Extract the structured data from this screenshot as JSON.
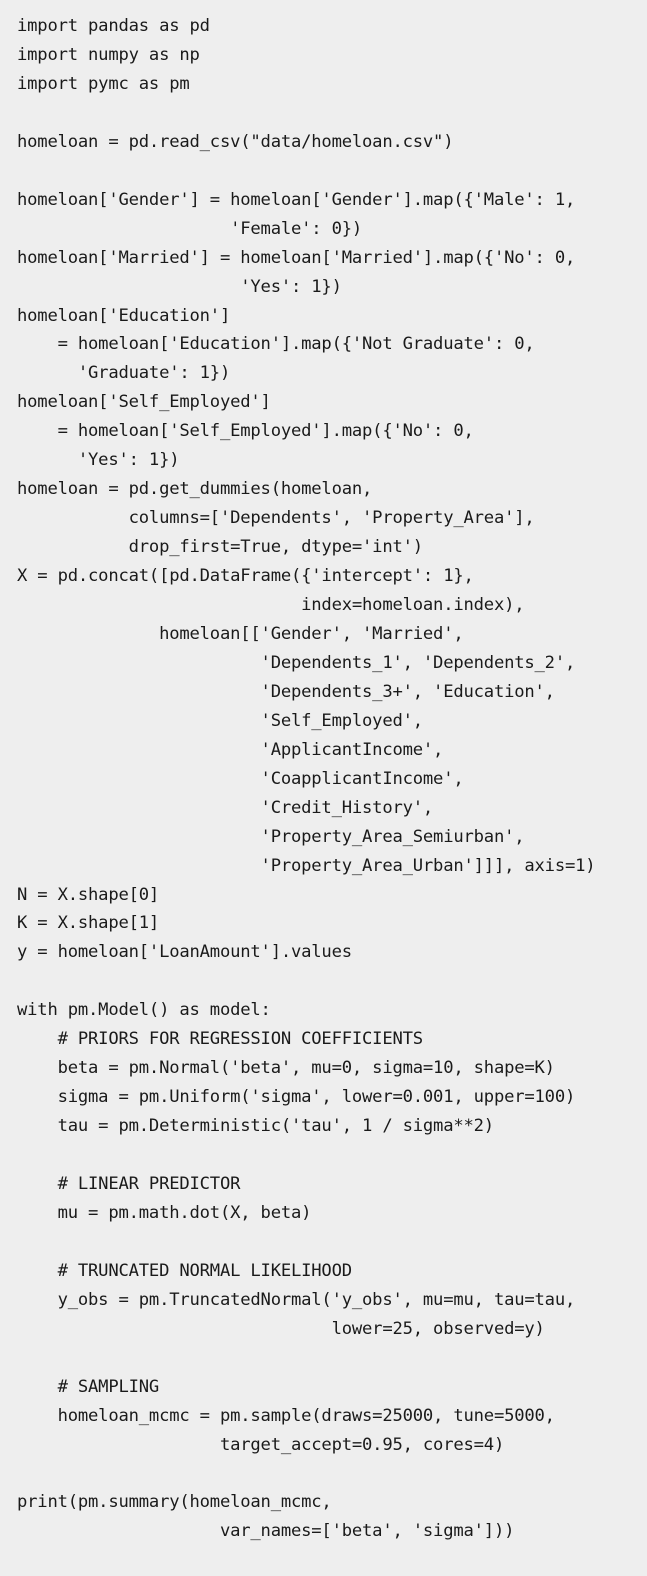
{
  "code": {
    "lines": [
      "import pandas as pd",
      "import numpy as np",
      "import pymc as pm",
      "",
      "homeloan = pd.read_csv(\"data/homeloan.csv\")",
      "",
      "homeloan['Gender'] = homeloan['Gender'].map({'Male': 1,",
      "                     'Female': 0})",
      "homeloan['Married'] = homeloan['Married'].map({'No': 0,",
      "                      'Yes': 1})",
      "homeloan['Education']",
      "    = homeloan['Education'].map({'Not Graduate': 0,",
      "      'Graduate': 1})",
      "homeloan['Self_Employed']",
      "    = homeloan['Self_Employed'].map({'No': 0,",
      "      'Yes': 1})",
      "homeloan = pd.get_dummies(homeloan,",
      "           columns=['Dependents', 'Property_Area'],",
      "           drop_first=True, dtype='int')",
      "X = pd.concat([pd.DataFrame({'intercept': 1},",
      "                            index=homeloan.index),",
      "              homeloan[['Gender', 'Married',",
      "                        'Dependents_1', 'Dependents_2',",
      "                        'Dependents_3+', 'Education',",
      "                        'Self_Employed',",
      "                        'ApplicantIncome',",
      "                        'CoapplicantIncome',",
      "                        'Credit_History',",
      "                        'Property_Area_Semiurban',",
      "                        'Property_Area_Urban']]], axis=1)",
      "N = X.shape[0]",
      "K = X.shape[1]",
      "y = homeloan['LoanAmount'].values",
      "",
      "with pm.Model() as model:",
      "    # PRIORS FOR REGRESSION COEFFICIENTS",
      "    beta = pm.Normal('beta', mu=0, sigma=10, shape=K)",
      "    sigma = pm.Uniform('sigma', lower=0.001, upper=100)",
      "    tau = pm.Deterministic('tau', 1 / sigma**2)",
      "",
      "    # LINEAR PREDICTOR",
      "    mu = pm.math.dot(X, beta)",
      "",
      "    # TRUNCATED NORMAL LIKELIHOOD",
      "    y_obs = pm.TruncatedNormal('y_obs', mu=mu, tau=tau,",
      "                               lower=25, observed=y)",
      "",
      "    # SAMPLING",
      "    homeloan_mcmc = pm.sample(draws=25000, tune=5000,",
      "                    target_accept=0.95, cores=4)",
      "",
      "print(pm.summary(homeloan_mcmc,",
      "                    var_names=['beta', 'sigma']))"
    ]
  }
}
